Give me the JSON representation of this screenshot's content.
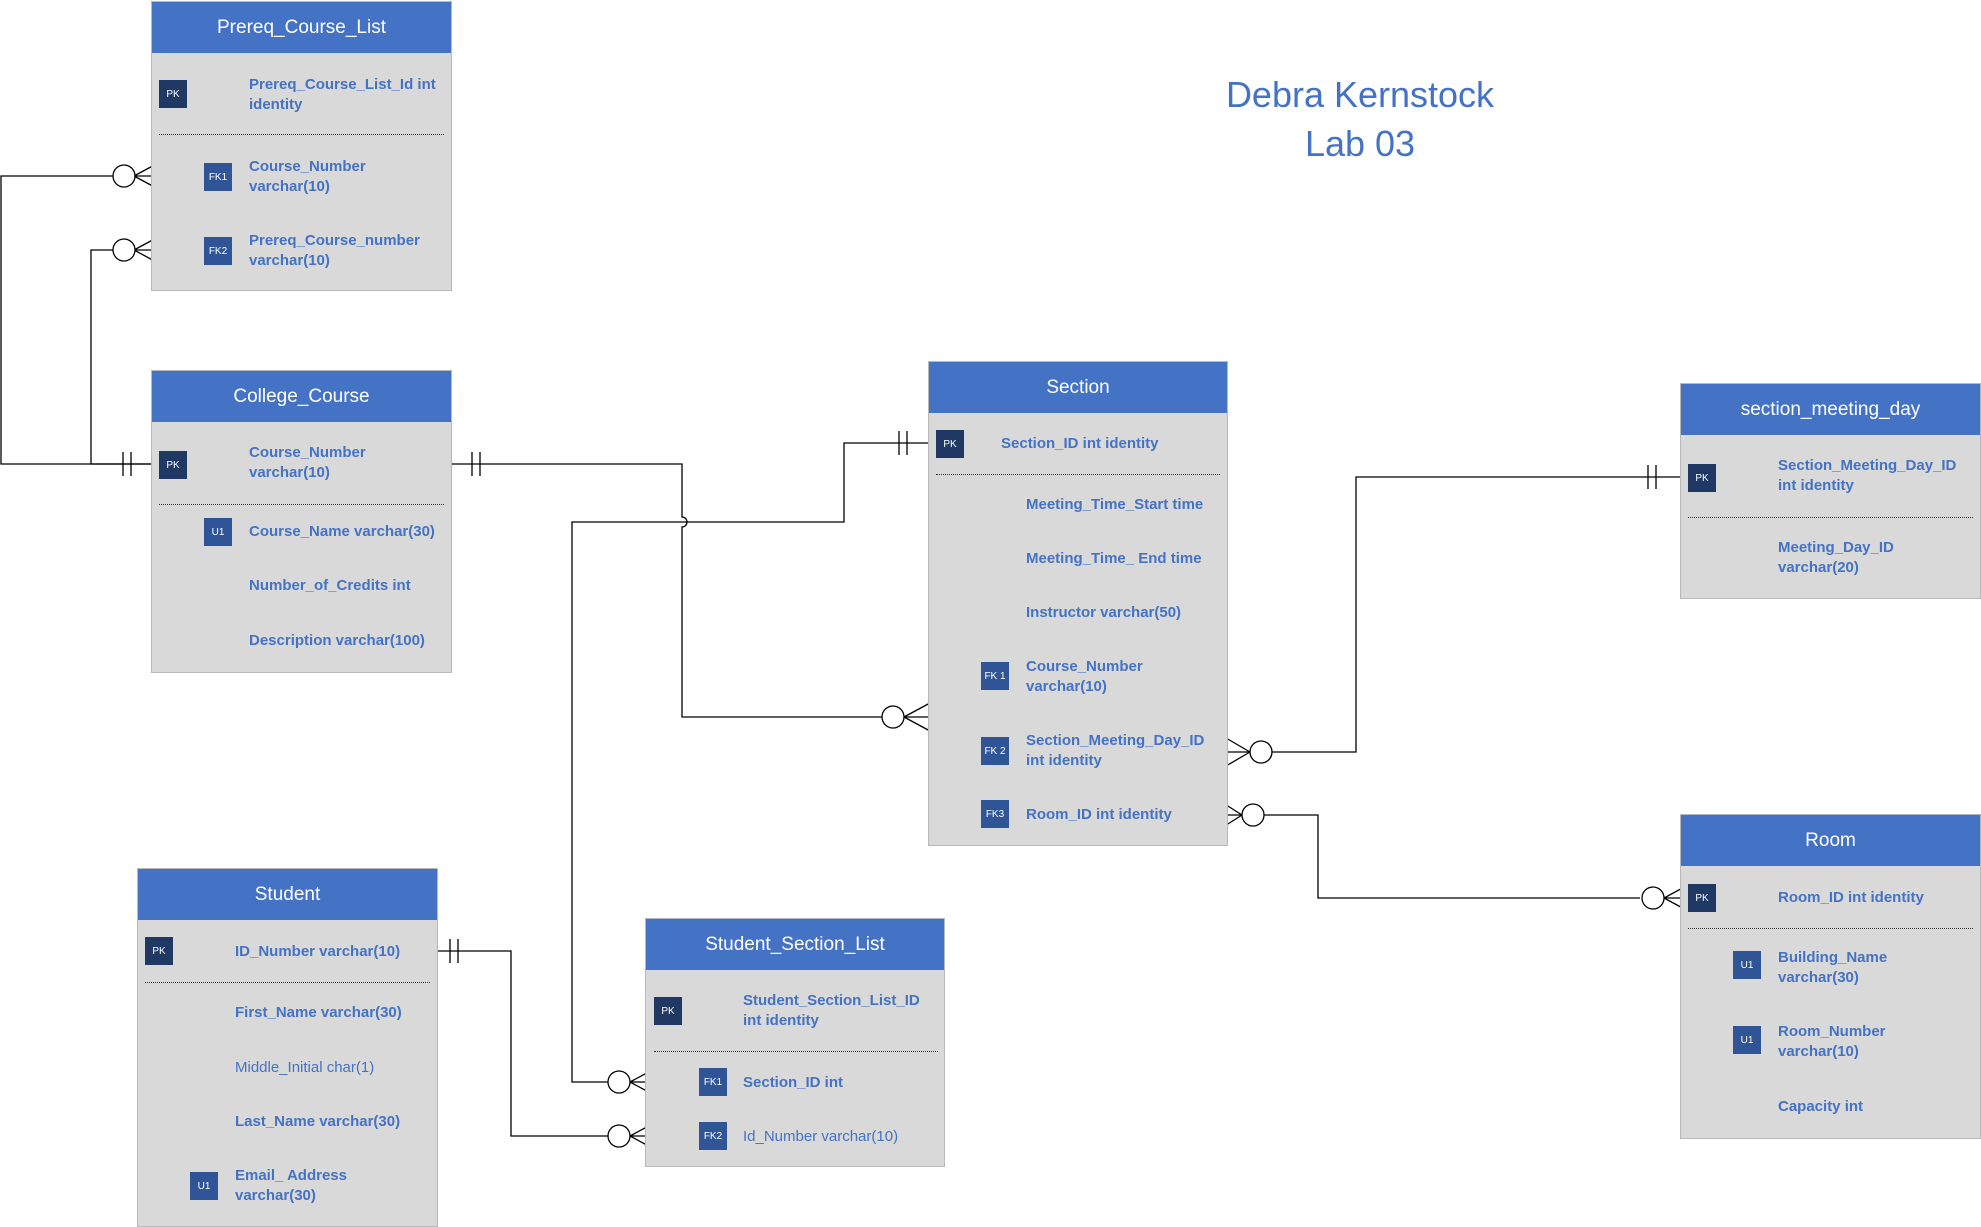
{
  "title": {
    "line1": "Debra Kernstock",
    "line2": "Lab 03"
  },
  "colors": {
    "header": "#4472c4",
    "body": "#d9d9d9",
    "pk_badge": "#203864",
    "key_badge": "#2f5597",
    "text": "#4472c4"
  },
  "entities": {
    "prereq": {
      "name": "Prereq_Course_List",
      "pk": {
        "badge": "PK",
        "line1": "Prereq_Course_List_Id int",
        "line2": "identity"
      },
      "fk1": {
        "badge": "FK1",
        "line1": "Course_Number",
        "line2": "varchar(10)"
      },
      "fk2": {
        "badge": "FK2",
        "line1": "Prereq_Course_number",
        "line2": "varchar(10)"
      }
    },
    "college": {
      "name": "College_Course",
      "pk": {
        "badge": "PK",
        "line1": "Course_Number",
        "line2": "varchar(10)"
      },
      "u1": {
        "badge": "U1",
        "text": "Course_Name varchar(30)"
      },
      "credits": "Number_of_Credits int",
      "description": "Description varchar(100)"
    },
    "section": {
      "name": "Section",
      "pk": {
        "badge": "PK",
        "text": "Section_ID int identity"
      },
      "start": "Meeting_Time_Start time",
      "end": "Meeting_Time_ End time",
      "instructor": "Instructor varchar(50)",
      "fk1": {
        "badge": "FK 1",
        "line1": "Course_Number",
        "line2": "varchar(10)"
      },
      "fk2": {
        "badge": "FK 2",
        "line1": "Section_Meeting_Day_ID",
        "line2": "int identity"
      },
      "fk3": {
        "badge": "FK3",
        "text": "Room_ID int identity"
      }
    },
    "meeting": {
      "name": "section_meeting_day",
      "pk": {
        "badge": "PK",
        "line1": "Section_Meeting_Day_ID",
        "line2": "int identity"
      },
      "day": {
        "line1": "Meeting_Day_ID",
        "line2": "varchar(20)"
      }
    },
    "room": {
      "name": "Room",
      "pk": {
        "badge": "PK",
        "text": "Room_ID int identity"
      },
      "building": {
        "badge": "U1",
        "line1": "Building_Name",
        "line2": "varchar(30)"
      },
      "number": {
        "badge": "U1",
        "line1": "Room_Number",
        "line2": "varchar(10)"
      },
      "capacity": "Capacity int"
    },
    "student": {
      "name": "Student",
      "pk": {
        "badge": "PK",
        "text": "ID_Number varchar(10)"
      },
      "first": "First_Name varchar(30)",
      "middle": "Middle_Initial char(1)",
      "last": "Last_Name varchar(30)",
      "email": {
        "badge": "U1",
        "line1": "Email_ Address",
        "line2": "varchar(30)"
      }
    },
    "ssl": {
      "name": "Student_Section_List",
      "pk": {
        "badge": "PK",
        "line1": "Student_Section_List_ID",
        "line2": "int identity"
      },
      "fk1": {
        "badge": "FK1",
        "text": "Section_ID int"
      },
      "fk2": {
        "badge": "FK2",
        "text": "Id_Number varchar(10)"
      }
    }
  }
}
